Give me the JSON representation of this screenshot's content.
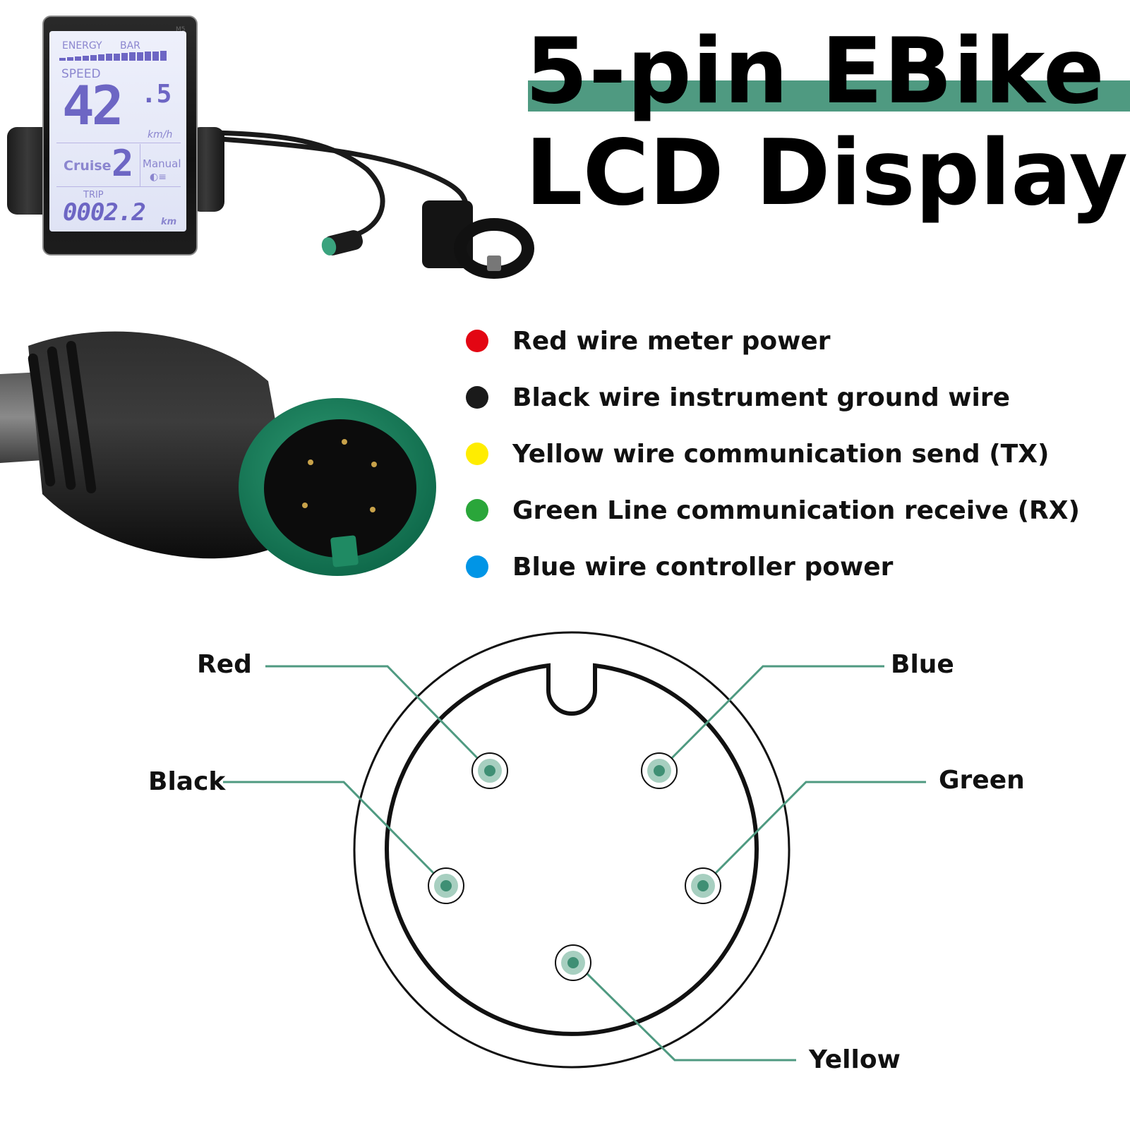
{
  "title": {
    "line1": "5-pin EBike",
    "line2": "LCD Display"
  },
  "display_screen": {
    "model": "M5",
    "energy_label": "ENERGY",
    "bar_label": "BAR",
    "speed_label": "SPEED",
    "speed_value": "42",
    "speed_decimal": ".5",
    "speed_unit": "km/h",
    "cruise_label": "Cruise",
    "cruise_level": "2",
    "manual_label": "Manual",
    "headlight_icon": "headlight-icon",
    "trip_label": "TRIP",
    "trip_value": "0002.2",
    "trip_unit": "km"
  },
  "legend": {
    "items": [
      {
        "color": "#e30613",
        "label": "Red wire meter power"
      },
      {
        "color": "#1a1a1a",
        "label": "Black wire instrument ground wire"
      },
      {
        "color": "#ffed00",
        "label": "Yellow wire communication send (TX)"
      },
      {
        "color": "#2aa63a",
        "label": "Green Line communication receive (RX)"
      },
      {
        "color": "#0095e6",
        "label": "Blue wire controller power"
      }
    ]
  },
  "pin_diagram": {
    "accent_color": "#4f9a81",
    "pins": {
      "red": "Red",
      "blue": "Blue",
      "black": "Black",
      "green": "Green",
      "yellow": "Yellow"
    }
  }
}
